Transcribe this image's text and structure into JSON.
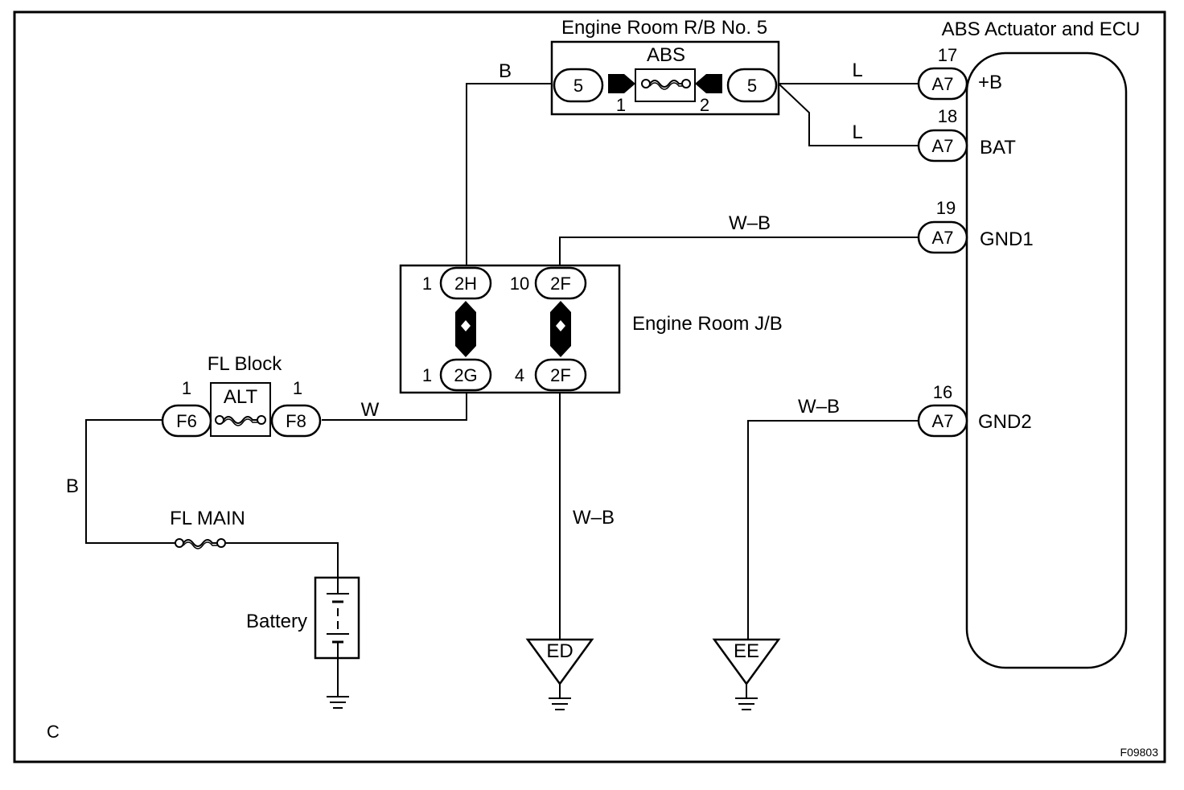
{
  "rb5": {
    "title": "Engine Room R/B No. 5",
    "fuse": "ABS",
    "pin_left": "1",
    "pin_right": "2",
    "term_left": "5",
    "term_right": "5"
  },
  "ecu": {
    "title": "ABS Actuator and ECU",
    "terminals": [
      {
        "num": "17",
        "conn": "A7",
        "name": "+B"
      },
      {
        "num": "18",
        "conn": "A7",
        "name": "BAT"
      },
      {
        "num": "19",
        "conn": "A7",
        "name": "GND1"
      },
      {
        "num": "16",
        "conn": "A7",
        "name": "GND2"
      }
    ]
  },
  "jb": {
    "title": "Engine Room J/B",
    "top_left": {
      "num": "1",
      "conn": "2H"
    },
    "top_right": {
      "num": "10",
      "conn": "2F"
    },
    "bot_left": {
      "num": "1",
      "conn": "2G"
    },
    "bot_right": {
      "num": "4",
      "conn": "2F"
    }
  },
  "fl_block": {
    "title": "FL Block",
    "fuse": "ALT",
    "left_num": "1",
    "left_conn": "F6",
    "right_num": "1",
    "right_conn": "F8"
  },
  "fl_main": "FL MAIN",
  "battery": "Battery",
  "wires": {
    "b_top": "B",
    "l1": "L",
    "l2": "L",
    "wb_gnd1": "W–B",
    "w": "W",
    "b_left": "B",
    "wb_ed": "W–B",
    "wb_ee": "W–B"
  },
  "grounds": {
    "ed": "ED",
    "ee": "EE"
  },
  "corner_letter": "C",
  "figure_code": "F09803"
}
